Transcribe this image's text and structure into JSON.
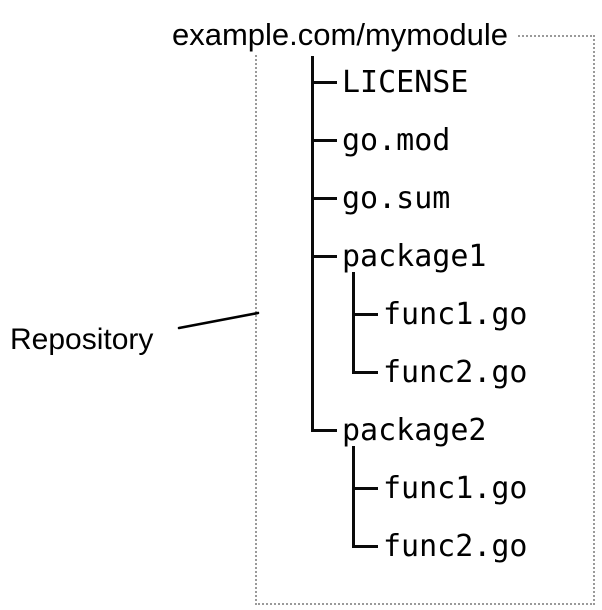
{
  "diagram": {
    "title": "example.com/mymodule",
    "annotation_label": "Repository",
    "colors": {
      "text": "#000000",
      "tree_line": "#0a0a0a",
      "boundary_dotted": "#9a9a9a",
      "background": "#ffffff",
      "leader_line": "#000000"
    },
    "boundary_box": {
      "style": "dotted",
      "meaning": "Repository"
    },
    "tree": {
      "root": "example.com/mymodule",
      "items": [
        {
          "label": "LICENSE",
          "depth": 0,
          "last": false,
          "type": "file"
        },
        {
          "label": "go.mod",
          "depth": 0,
          "last": false,
          "type": "file"
        },
        {
          "label": "go.sum",
          "depth": 0,
          "last": false,
          "type": "file"
        },
        {
          "label": "package1",
          "depth": 0,
          "last": false,
          "type": "directory"
        },
        {
          "label": "func1.go",
          "depth": 1,
          "last": false,
          "type": "file"
        },
        {
          "label": "func2.go",
          "depth": 1,
          "last": true,
          "type": "file"
        },
        {
          "label": "package2",
          "depth": 0,
          "last": true,
          "type": "directory"
        },
        {
          "label": "func1.go",
          "depth": 1,
          "last": false,
          "type": "file"
        },
        {
          "label": "func2.go",
          "depth": 1,
          "last": true,
          "type": "file"
        }
      ]
    }
  }
}
